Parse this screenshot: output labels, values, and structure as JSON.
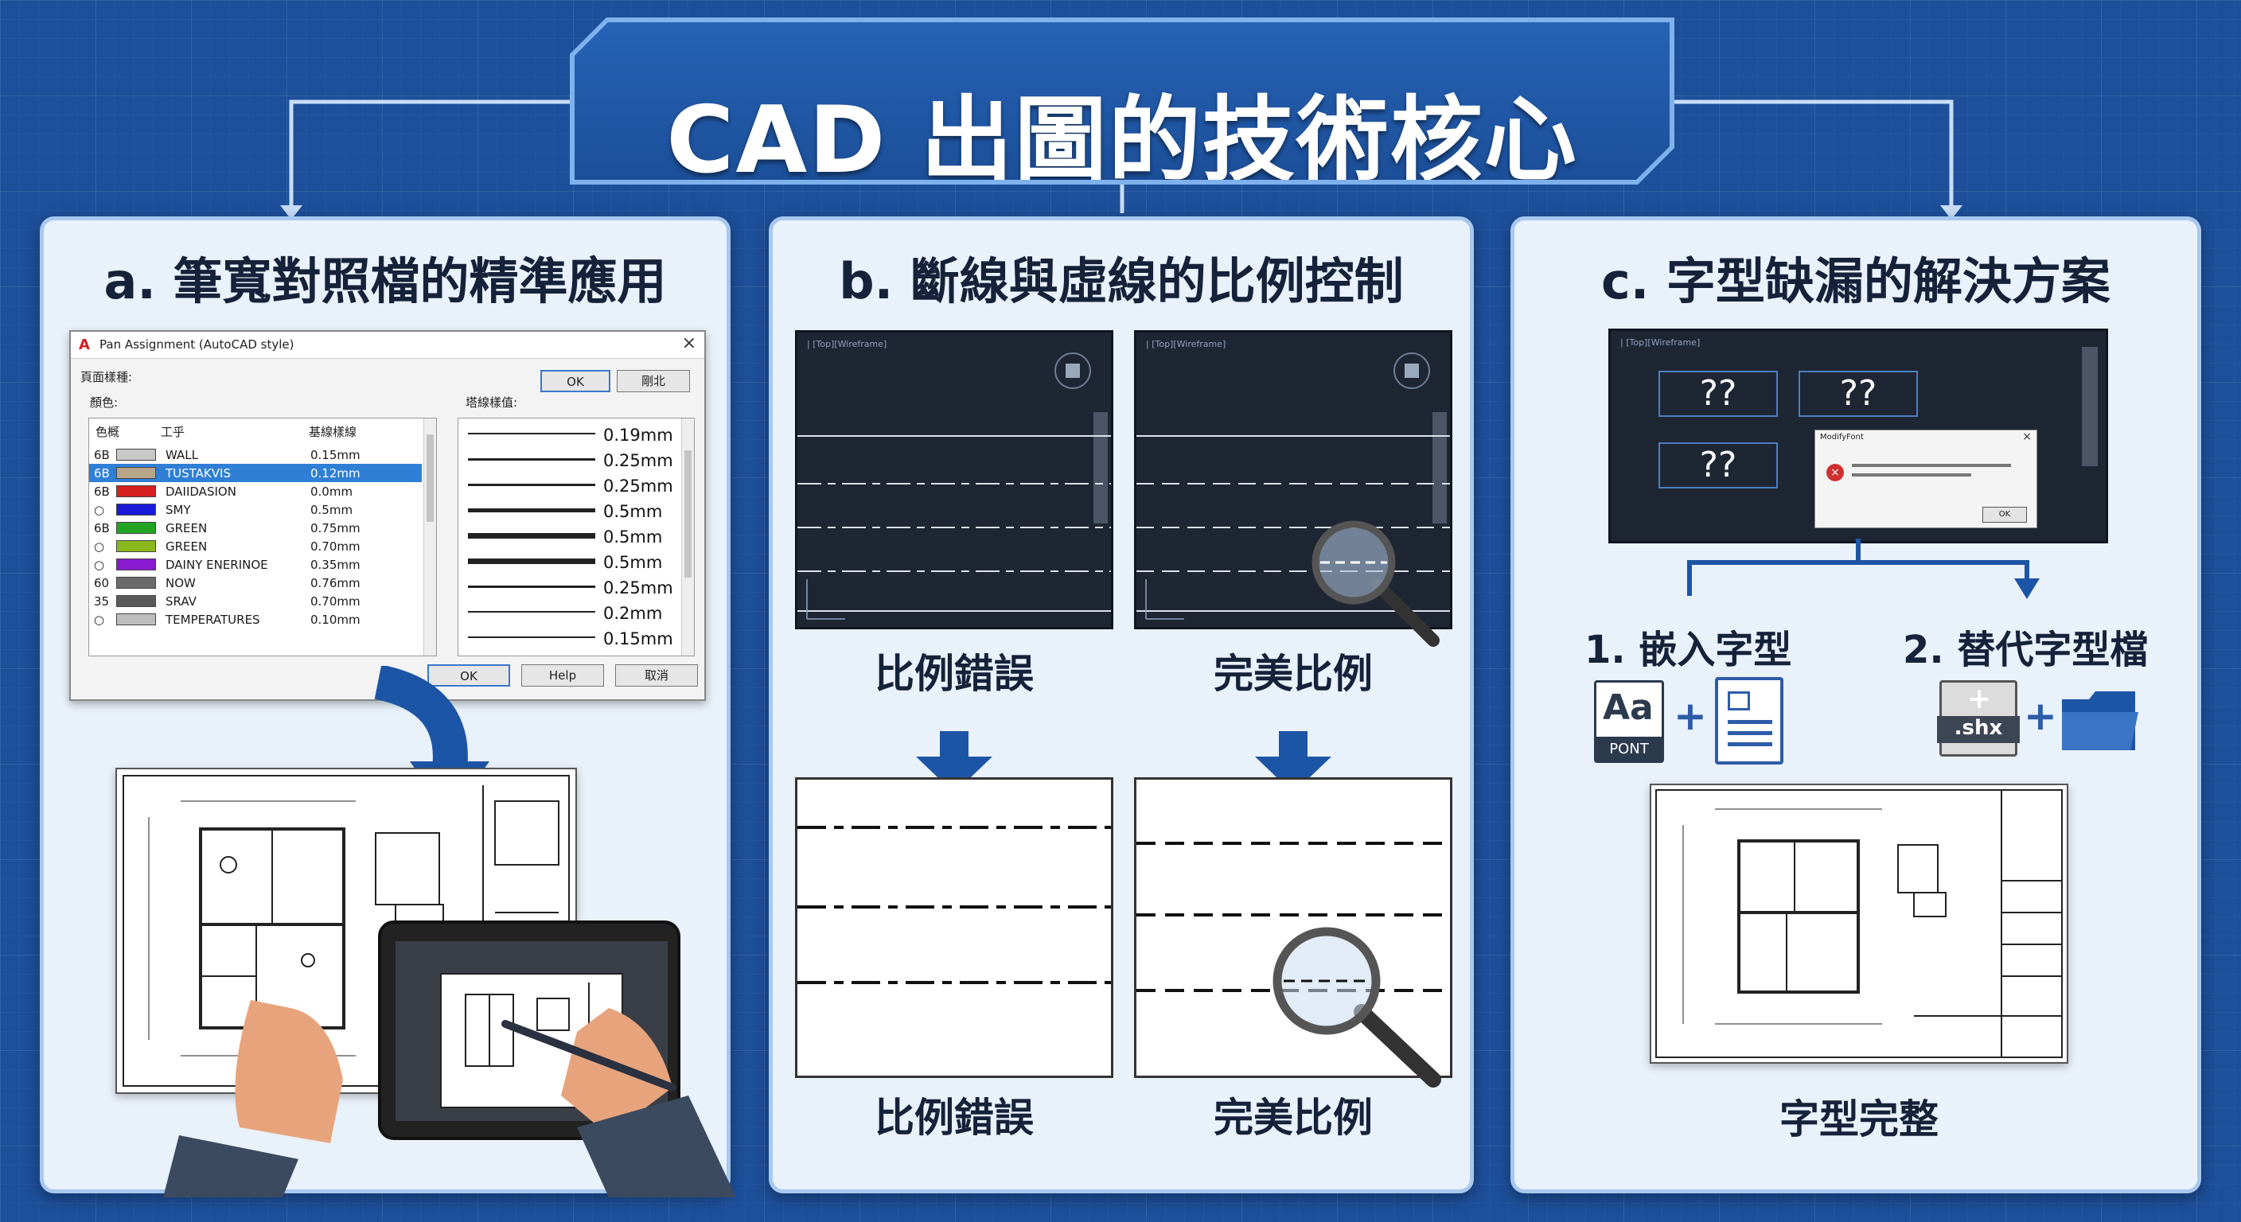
{
  "title": "CAD 出圖的技術核心",
  "panels": [
    {
      "title": "a. 筆寬對照檔的精準應用"
    },
    {
      "title": "b. 斷線與虛線的比例控制"
    },
    {
      "title": "c. 字型缺漏的解決方案"
    }
  ],
  "dialog": {
    "window_title": "Pan Assignment (AutoCAD style)",
    "group_label": "頁面樣種:",
    "color_label": "顏色:",
    "lineweight_label": "塔線樣值:",
    "top_ok": "OK",
    "top_cancel": "剛北",
    "col_color": "色概",
    "col_name": "工乎",
    "col_weight": "基線樣線",
    "rows": [
      {
        "id": "6B",
        "color": "#c8c8c8",
        "name": "WALL",
        "weight": "0.15mm"
      },
      {
        "id": "6B",
        "color": "#b8a58a",
        "name": "TUSTAKVIS",
        "weight": "0.12mm"
      },
      {
        "id": "6B",
        "color": "#d42020",
        "name": "DAIIDASION",
        "weight": "0.0mm"
      },
      {
        "id": "○",
        "color": "#1a1ad8",
        "name": "SMY",
        "weight": "0.5mm"
      },
      {
        "id": "6B",
        "color": "#22a422",
        "name": "GREEN",
        "weight": "0.75mm"
      },
      {
        "id": "○",
        "color": "#8ab81a",
        "name": "GREEN",
        "weight": "0.70mm"
      },
      {
        "id": "○",
        "color": "#8a1ad0",
        "name": "DAINY ENERINOE",
        "weight": "0.35mm"
      },
      {
        "id": "60",
        "color": "#6a6a6a",
        "name": "NOW",
        "weight": "0.76mm"
      },
      {
        "id": "35",
        "color": "#5a5a5a",
        "name": "SRAV",
        "weight": "0.70mm"
      },
      {
        "id": "○",
        "color": "#bdbdbd",
        "name": "TEMPERATURES",
        "weight": "0.10mm"
      }
    ],
    "lineweights": [
      "0.19mm",
      "0.25mm",
      "0.25mm",
      "0.5mm",
      "0.5mm",
      "0.5mm",
      "0.25mm",
      "0.2mm",
      "0.15mm"
    ],
    "btn_ok": "OK",
    "btn_help": "Help",
    "btn_cancel": "取消"
  },
  "section_b": {
    "screen_label": "| [Top][Wireframe]",
    "wrong": "比例錯誤",
    "perfect": "完美比例"
  },
  "section_c": {
    "screen_label": "| [Top][Wireframe]",
    "missing_glyph": "??",
    "alert_title": "ModifyFont",
    "alert_ok": "OK",
    "step1": "1. 嵌入字型",
    "step2": "2. 替代字型檔",
    "font_icon_label": "PONT",
    "font_icon_glyph": "Aa",
    "shx_label": ".shx",
    "plus": "+",
    "result": "字型完整"
  },
  "colors": {
    "background": "#1d4f9a",
    "panel": "#e9f1fa",
    "accent": "#2d5ca8",
    "error": "#d03030"
  }
}
